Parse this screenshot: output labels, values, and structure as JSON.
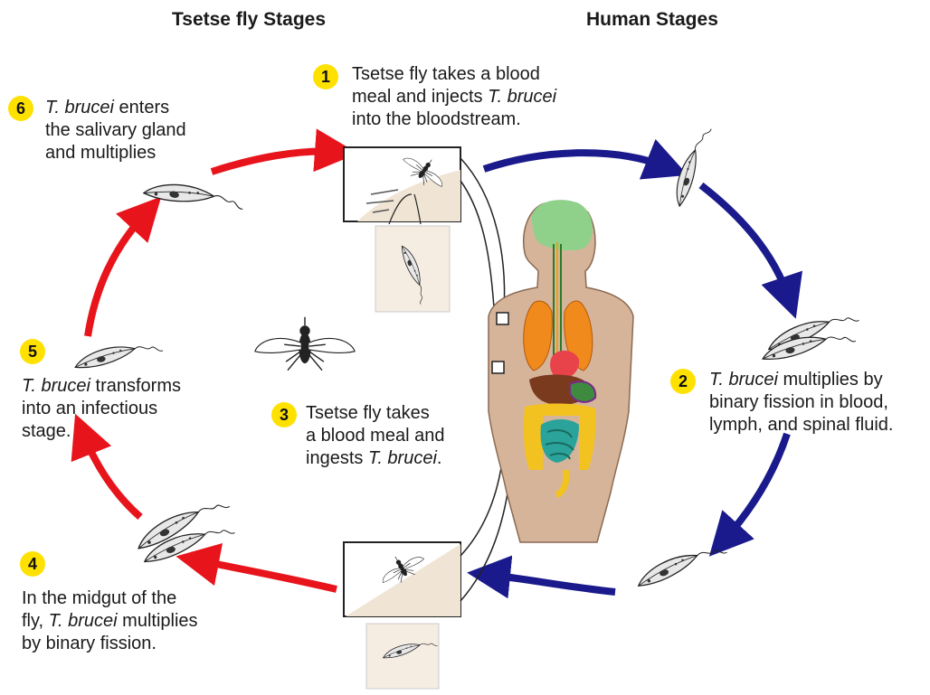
{
  "headers": {
    "fly": "Tsetse fly Stages",
    "human": "Human Stages"
  },
  "steps": [
    {
      "number": "1",
      "lines": [
        [
          "Tsetse fly takes a blood",
          ""
        ],
        [
          "meal and injects ",
          "T. brucei"
        ],
        [
          "into the bloodstream.",
          ""
        ]
      ]
    },
    {
      "number": "2",
      "lines": [
        [
          "",
          "T. brucei",
          " multiplies by"
        ],
        [
          "binary fission in blood,",
          ""
        ],
        [
          "lymph, and spinal fluid.",
          ""
        ]
      ]
    },
    {
      "number": "3",
      "lines": [
        [
          "Tsetse fly takes",
          ""
        ],
        [
          "a blood meal and",
          ""
        ],
        [
          "ingests ",
          "T. brucei",
          "."
        ]
      ]
    },
    {
      "number": "4",
      "lines": [
        [
          "In the midgut of the",
          ""
        ],
        [
          "fly, ",
          "T. brucei",
          " multiplies"
        ],
        [
          "by binary fission.",
          ""
        ]
      ]
    },
    {
      "number": "5",
      "lines": [
        [
          "",
          "T. brucei",
          " transforms"
        ],
        [
          "into an infectious",
          ""
        ],
        [
          "stage.",
          ""
        ]
      ]
    },
    {
      "number": "6",
      "lines": [
        [
          "",
          "T. brucei",
          " enters"
        ],
        [
          "the salivary gland",
          ""
        ],
        [
          "and multiplies",
          ""
        ]
      ]
    }
  ],
  "colors": {
    "fly_arrow": "#e8141c",
    "human_arrow": "#1a1a8c",
    "badge": "#ffe100",
    "skin": "#d6b49a",
    "brain": "#8fd18a",
    "lungs": "#f08a1c",
    "heart": "#e8434a",
    "intestine": "#f2c320",
    "small_intestine": "#2aa39a",
    "liver": "#7a3a1e"
  },
  "icons": [
    "tsetse-fly-icon",
    "trypanosome-icon",
    "human-body-icon"
  ]
}
